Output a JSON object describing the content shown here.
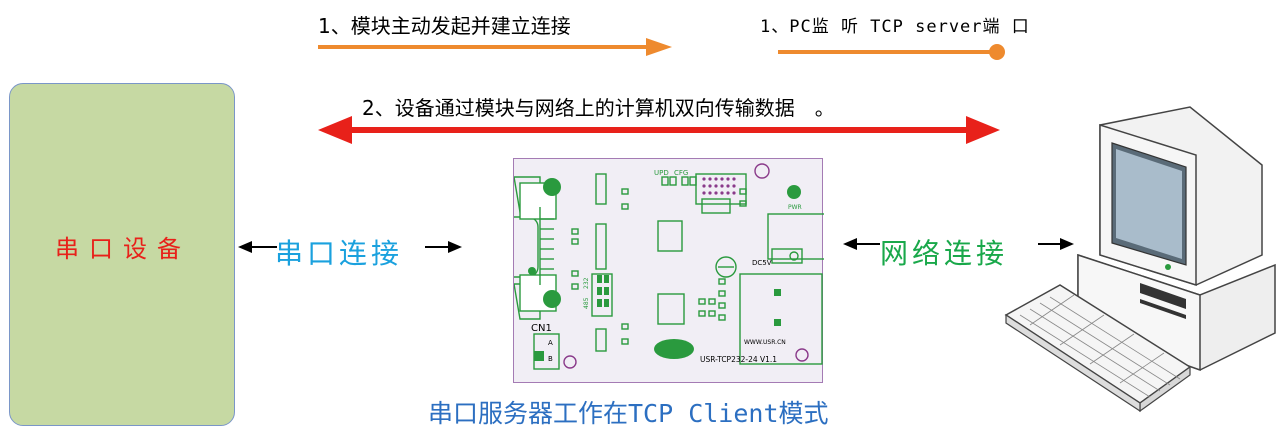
{
  "labels": {
    "top_arrow": "1、模块主动发起并建立连接",
    "pc_listen": "1、PC监 听 TCP server端 口",
    "bidirectional": "2、设备通过模块与网络上的计算机双向传输数据　。",
    "serial_device": "串口设备",
    "serial_connection": "串口连接",
    "network_connection": "网络连接",
    "caption": "串口服务器工作在TCP Client模式"
  },
  "board": {
    "upd": "UPD",
    "cfg": "CFG",
    "pwr": "PWR",
    "cn1": "CN1",
    "pin_a": "A",
    "pin_b": "B",
    "dc5v": "DC5V",
    "url": "WWW.USR.CN",
    "model": "USR-TCP232-24  V1.1",
    "rs485": "485",
    "rs232": "232"
  },
  "colors": {
    "orange_arrow": "#ee8a2e",
    "red_arrow": "#e8211a",
    "device_fill": "#c6d9a3",
    "serial_text": "#1aa1de",
    "network_text": "#19a84a",
    "caption_text": "#2c6fc1",
    "board_border": "#a47bb4",
    "pcb_green": "#2a9a3e"
  }
}
